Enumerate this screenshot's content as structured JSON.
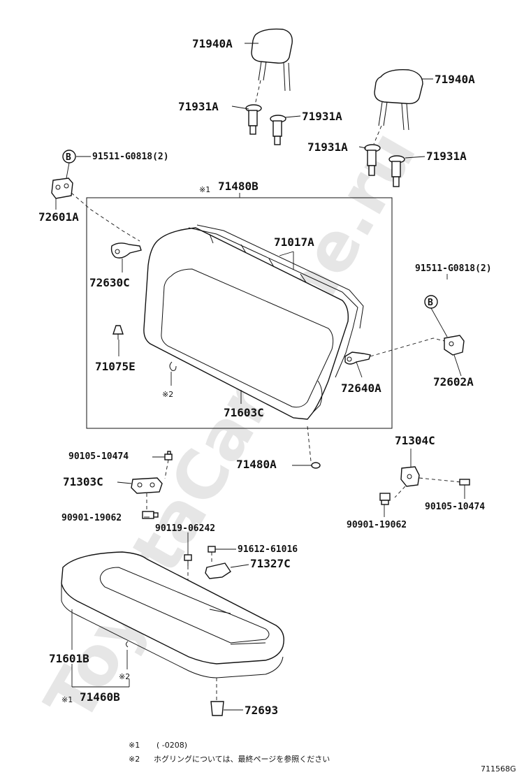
{
  "watermark": "ToyotaCarMine.ru",
  "diagram_code": "711568G",
  "labels": {
    "headrest_left": "71940A",
    "headrest_right": "71940A",
    "support_1": "71931A",
    "support_2": "71931A",
    "support_3": "71931A",
    "support_4": "71931A",
    "bolt_left": "91511-G0818(2)",
    "bolt_right": "91511-G0818(2)",
    "bolt_mark_left": "B",
    "bolt_mark_right": "B",
    "bracket_left": "72601A",
    "bracket_right": "72602A",
    "back_assy_mark": "※1",
    "back_assy": "71480B",
    "frame": "71017A",
    "lock_left": "72630C",
    "lock_right": "72640A",
    "clip": "71075E",
    "hog_ring_mark": "※2",
    "back_cover": "71603C",
    "back_sub": "71480A",
    "bolt_a": "90105-10474",
    "hinge_left": "71303C",
    "pin_left": "90901-19062",
    "hinge_right": "71304C",
    "bolt_b": "90105-10474",
    "pin_right": "90901-19062",
    "screw": "90119-06242",
    "bolt_c": "91612-61016",
    "hook": "71327C",
    "cushion_cover": "71601B",
    "hog_ring_mark_2": "※2",
    "cushion_mark": "※1",
    "cushion_assy": "71460B",
    "stopper": "72693"
  },
  "notes": {
    "note1_mark": "※1",
    "note1_text": "(        -0208)",
    "note2_mark": "※2",
    "note2_text": "ホグリングについては、最終ページを参照ください"
  }
}
